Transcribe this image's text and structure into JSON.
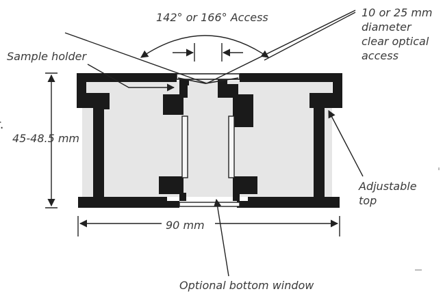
{
  "labels": {
    "access_angle": "142° or 166° Access",
    "optical_access_line1": "10 or 25 mm",
    "optical_access_line2": "diameter",
    "optical_access_line3": "clear optical",
    "optical_access_line4": "access",
    "sample_holder": "Sample holder",
    "height": "45-48.5 mm",
    "fragment": "r.",
    "adjustable_line1": "Adjustable",
    "adjustable_line2": "top",
    "width": "90 mm",
    "bottom_window": "Optional bottom window"
  },
  "colors": {
    "body": "#1a1a1a",
    "interior": "#e6e6e6",
    "line": "#222222",
    "text": "#3a3a3a"
  }
}
